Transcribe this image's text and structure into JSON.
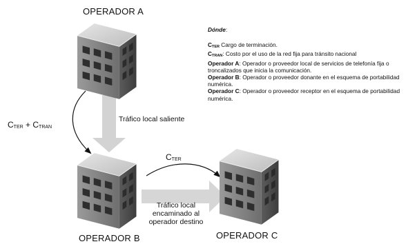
{
  "operators": {
    "a": "OPERADOR A",
    "b": "OPERADOR B",
    "c": "OPERADOR C"
  },
  "labels": {
    "outgoing": "Tráfico local saliente",
    "routed_line1": "Tráfico local",
    "routed_line2": "encaminado al",
    "routed_line3": "operador destino",
    "c_main": "C",
    "ter_sub": "TER",
    "plus": "+",
    "tran_sub": "TRAN"
  },
  "legend": {
    "title": "Dónde",
    "title_colon": ":",
    "cter_sub": "TER",
    "cter_text": " Cargo de terminación.",
    "ctran_sub": "TRAN",
    "ctran_text": ": Costo por el uso de la red fija para tránsito nacional",
    "opa_name": "Operador A",
    "opa_text": ": Operador o proveedor local de servicios de telefonía fija o troncalizados que inicia la comunicación.",
    "opb_name": "Operador B",
    "opb_text": ": Operador o proveedor donante en el esquema de portabilidad numérica.",
    "opc_name": "Operador C",
    "opc_text": ": Operador o proveedor receptor en el esquema de portabilidad numérica."
  }
}
